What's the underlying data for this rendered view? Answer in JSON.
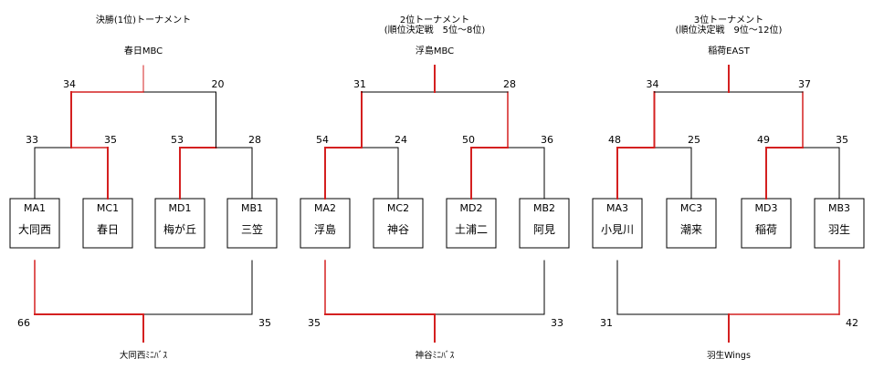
{
  "colors": {
    "win": "#d42020",
    "line": "#000000",
    "box": "#000000"
  },
  "tournaments": [
    {
      "title": [
        "決勝(1位)トーナメント"
      ],
      "top_winner": "春日MBC",
      "top_scores": [
        "34",
        "20"
      ],
      "top_winner_side": "left",
      "left_scores": [
        "33",
        "35"
      ],
      "left_winner": "right",
      "right_scores": [
        "53",
        "28"
      ],
      "right_winner": "left",
      "teams": [
        {
          "code": "MA1",
          "name": "大同西"
        },
        {
          "code": "MC1",
          "name": "春日"
        },
        {
          "code": "MD1",
          "name": "梅が丘"
        },
        {
          "code": "MB1",
          "name": "三笠"
        }
      ],
      "bottom_scores": [
        "66",
        "35"
      ],
      "bottom_winner_side": "left",
      "bottom_winner": "大同西ﾐﾆﾊﾞｽ"
    },
    {
      "title": [
        "2位トーナメント",
        "(順位決定戦　5位～8位)"
      ],
      "top_winner": "浮島MBC",
      "top_scores": [
        "31",
        "28"
      ],
      "top_winner_side": "both",
      "left_scores": [
        "54",
        "24"
      ],
      "left_winner": "left",
      "right_scores": [
        "50",
        "36"
      ],
      "right_winner": "left",
      "teams": [
        {
          "code": "MA2",
          "name": "浮島"
        },
        {
          "code": "MC2",
          "name": "神谷"
        },
        {
          "code": "MD2",
          "name": "土浦二"
        },
        {
          "code": "MB2",
          "name": "阿見"
        }
      ],
      "bottom_scores": [
        "35",
        "33"
      ],
      "bottom_winner_side": "left",
      "bottom_winner": "神谷ﾐﾆﾊﾞｽ"
    },
    {
      "title": [
        "3位トーナメント",
        "(順位決定戦　9位～12位)"
      ],
      "top_winner": "稲荷EAST",
      "top_scores": [
        "34",
        "37"
      ],
      "top_winner_side": "both",
      "left_scores": [
        "48",
        "25"
      ],
      "left_winner": "left",
      "right_scores": [
        "49",
        "35"
      ],
      "right_winner": "left",
      "teams": [
        {
          "code": "MA3",
          "name": "小見川"
        },
        {
          "code": "MC3",
          "name": "潮来"
        },
        {
          "code": "MD3",
          "name": "稲荷"
        },
        {
          "code": "MB3",
          "name": "羽生"
        }
      ],
      "bottom_scores": [
        "31",
        "42"
      ],
      "bottom_winner_side": "right",
      "bottom_winner": "羽生Wings"
    }
  ]
}
